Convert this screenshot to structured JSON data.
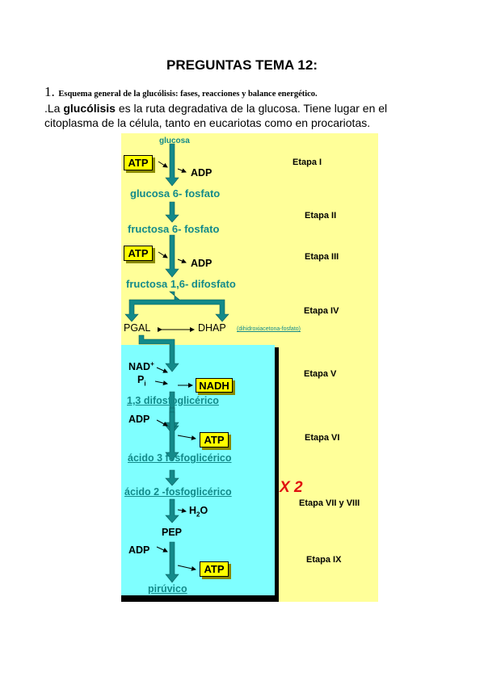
{
  "document": {
    "title": "PREGUNTAS TEMA 12:",
    "question_number": "1.",
    "question_text": "Esquema general de la glucólisis: fases, reacciones y balance energético.",
    "intro": {
      "prefix": ".La ",
      "bold": "glucólisis",
      "rest": " es la ruta degradativa de la glucosa. Tiene lugar en el citoplasma de la célula, tanto en eucariotas como en procariotas."
    }
  },
  "diagram": {
    "colors": {
      "yellow": "#ffff99",
      "cyan": "#7fffff",
      "teal": "#138a8a",
      "red": "#e01010",
      "box": "#ffff00"
    },
    "metabolites": {
      "glucosa": "glucosa",
      "g6p": "glucosa 6- fosfato",
      "f6p": "fructosa 6- fosfato",
      "f16bp": "fructosa 1,6- difosfato",
      "pgal": "PGAL",
      "dhap": "DHAP",
      "dhap_full": "(dihidroxiacetona-fosfato)",
      "bpg": "1,3 difosfoglicérico",
      "pg3": "ácido 3 fosfoglicérico",
      "pg2": "ácido 2 -fosfoglicérico",
      "pep": "PEP",
      "pyruvate": "pirúvico"
    },
    "cofactors": {
      "atp": "ATP",
      "adp": "ADP",
      "nad": "NAD",
      "nad_sup": "+",
      "pi": "P",
      "pi_sub": "i",
      "nadh": "NADH",
      "h2o_h": "H",
      "h2o_sub": "2",
      "h2o_o": "O"
    },
    "multiplier": "X 2",
    "stages": [
      "Etapa I",
      "Etapa II",
      "Etapa III",
      "Etapa IV",
      "Etapa V",
      "Etapa VI",
      "Etapa VII y VIII",
      "Etapa IX"
    ]
  }
}
